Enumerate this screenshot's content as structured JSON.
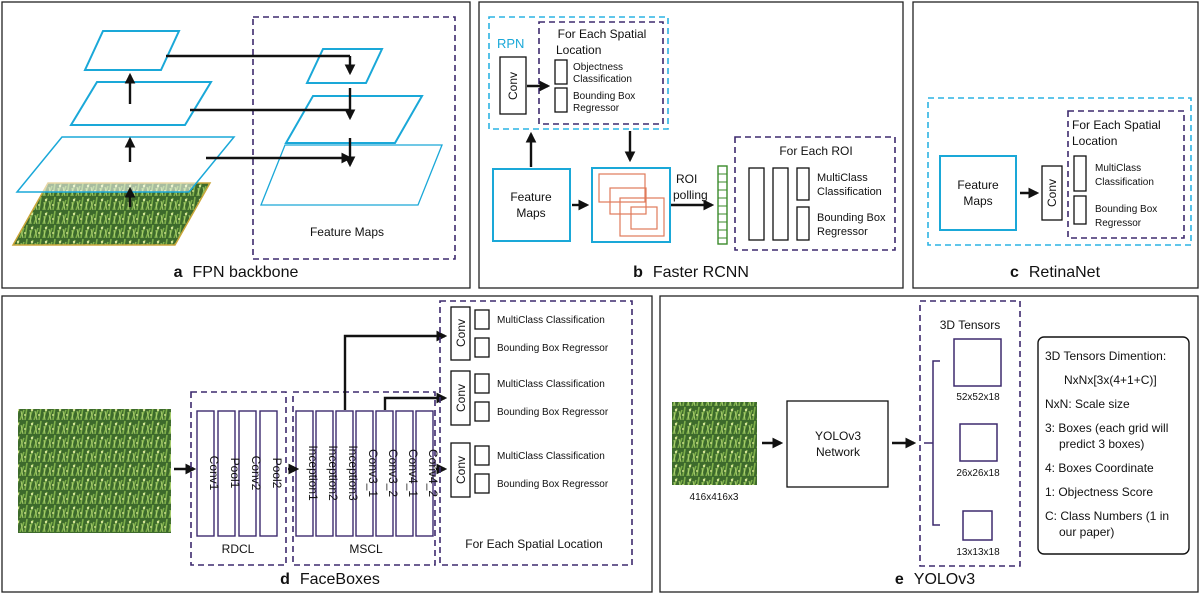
{
  "colors": {
    "dashed_purple": "#3d2a6e",
    "dashed_cyan": "#2cb3e3",
    "feature_map_cyan": "#1aa8d8",
    "roi_orange": "#e07a5a",
    "roi_green": "#3a8a2a",
    "mscl_purple": "#3d2a6e"
  },
  "panel_a": {
    "letter": "a",
    "caption": "FPN backbone",
    "feature_maps_label": "Feature Maps"
  },
  "panel_b": {
    "letter": "b",
    "caption": "Faster RCNN",
    "rpn_label": "RPN",
    "spatial_title": "For Each Spatial Location",
    "conv_label": "Conv",
    "objectness_label": "Objectness Classification",
    "bbox_label": "Bounding Box Regressor",
    "feature_maps_label": "Feature Maps",
    "roi_polling_label": "ROI polling",
    "each_roi_title": "For Each ROI",
    "multiclass_label": "MultiClass Classification",
    "bbox2_label": "Bounding Box Regressor"
  },
  "panel_c": {
    "letter": "c",
    "caption": "RetinaNet",
    "feature_maps_label": "Feature Maps",
    "conv_label": "Conv",
    "spatial_title": "For Each Spatial Location",
    "multiclass_label": "MultiClass Classification",
    "bbox_label": "Bounding Box Regressor"
  },
  "panel_d": {
    "letter": "d",
    "caption": "FaceBoxes",
    "rdcl_label": "RDCL",
    "mscl_label": "MSCL",
    "rdcl_layers": [
      "Conv1",
      "Pool1",
      "Conv2",
      "Pool2"
    ],
    "mscl_layers": [
      "Inception1",
      "Inception2",
      "Inception3",
      "Conv3_1",
      "Conv3_2",
      "Conv4_1",
      "Conv4_2"
    ],
    "head_conv_label": "Conv",
    "multiclass_label": "MultiClass Classification",
    "bbox_label": "Bounding Box Regressor",
    "spatial_footer": "For Each Spatial Location"
  },
  "panel_e": {
    "letter": "e",
    "caption": "YOLOv3",
    "input_size": "416x416x3",
    "network_label": "YOLOv3 Network",
    "tensors_title": "3D Tensors",
    "tensor_sizes": [
      "52x52x18",
      "26x26x18",
      "13x13x18"
    ],
    "legend": [
      "3D Tensors Dimention:",
      "NxNx[3x(4+1+C)]",
      "NxN: Scale size",
      "3: Boxes (each grid will",
      "predict 3 boxes)",
      "4: Boxes Coordinate",
      "1: Objectness Score",
      "C: Class Numbers (1 in",
      "our paper)"
    ]
  }
}
